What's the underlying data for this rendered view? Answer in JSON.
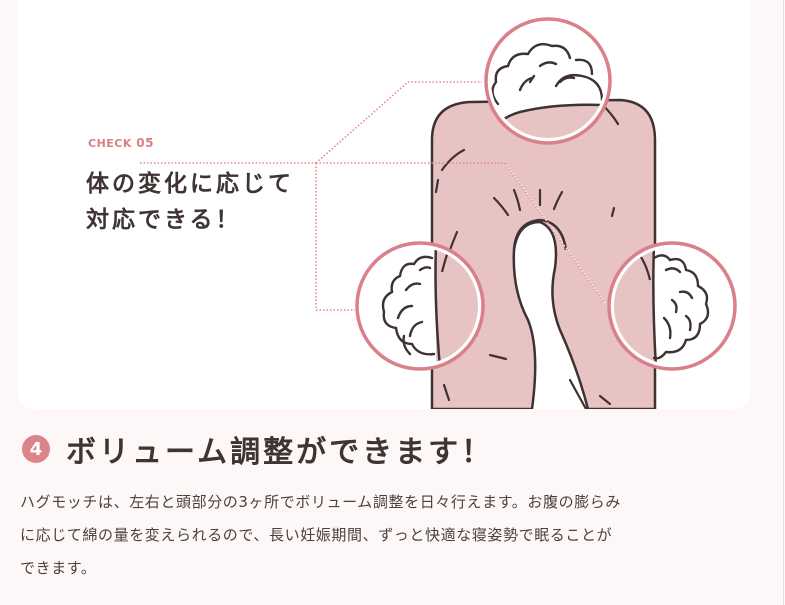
{
  "card": {
    "check_label": "CHECK",
    "check_number": "05",
    "heading_lines": [
      "体の変化に応じて",
      "対応できる！"
    ]
  },
  "illustration": {
    "subject": "U-shaped maternity pillow with three magnified stuffing callouts (top, left, right)",
    "icons": [
      "pillow-illustration",
      "cotton-stuffing-icon"
    ],
    "colors": {
      "pillow_fill": "#e8c3c4",
      "outline": "#3e3232",
      "circle_ring": "#d9808a",
      "leader_line": "#e08a8e"
    }
  },
  "section": {
    "number": "4",
    "title": "ボリューム調整ができます！",
    "body_lines": [
      "ハグモッチは、左右と頭部分の3ヶ所でボリューム調整を日々行えます。お腹の膨らみ",
      "に応じて綿の量を変えられるので、長い妊娠期間、ずっと快適な寝姿勢で眠ることが",
      "できます。"
    ]
  },
  "colors": {
    "page_bg": "#fdf8f7",
    "card_bg": "#ffffff",
    "accent": "#d9858a",
    "text": "#3e3434"
  }
}
